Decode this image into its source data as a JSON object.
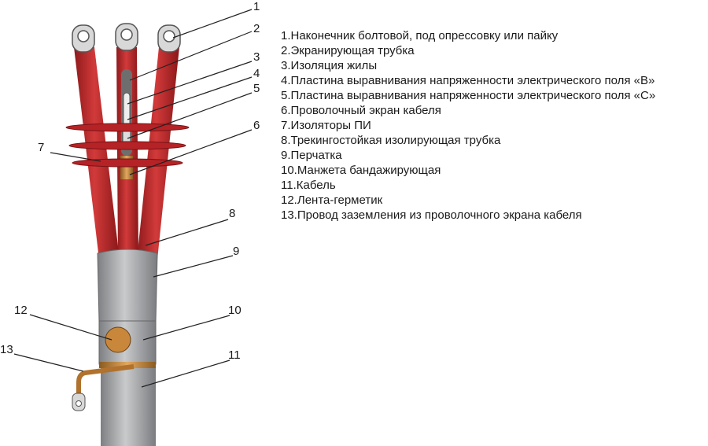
{
  "legend": [
    "1.Наконечник болтовой, под опрессовку или пайку",
    "2.Экранирующая трубка",
    "3.Изоляция жилы",
    "4.Пластина выравнивания напряженности электрического поля «В»",
    "5.Пластина выравнивания напряженности электрического поля «С»",
    "6.Проволочный экран кабеля",
    "7.Изоляторы ПИ",
    "8.Трекингостойкая изолирующая трубка",
    "9.Перчатка",
    "10.Манжета бандажирующая",
    "11.Кабель",
    "12.Лента-герметик",
    "13.Провод заземления из проволочного экрана кабеля"
  ],
  "callouts": [
    "1",
    "2",
    "3",
    "4",
    "5",
    "6",
    "7",
    "8",
    "9",
    "10",
    "11",
    "12",
    "13"
  ],
  "colors": {
    "insulation": "#c0282b",
    "glove": "#a9abad",
    "copper": "#c8873a",
    "lug": "#d8d8d8"
  }
}
